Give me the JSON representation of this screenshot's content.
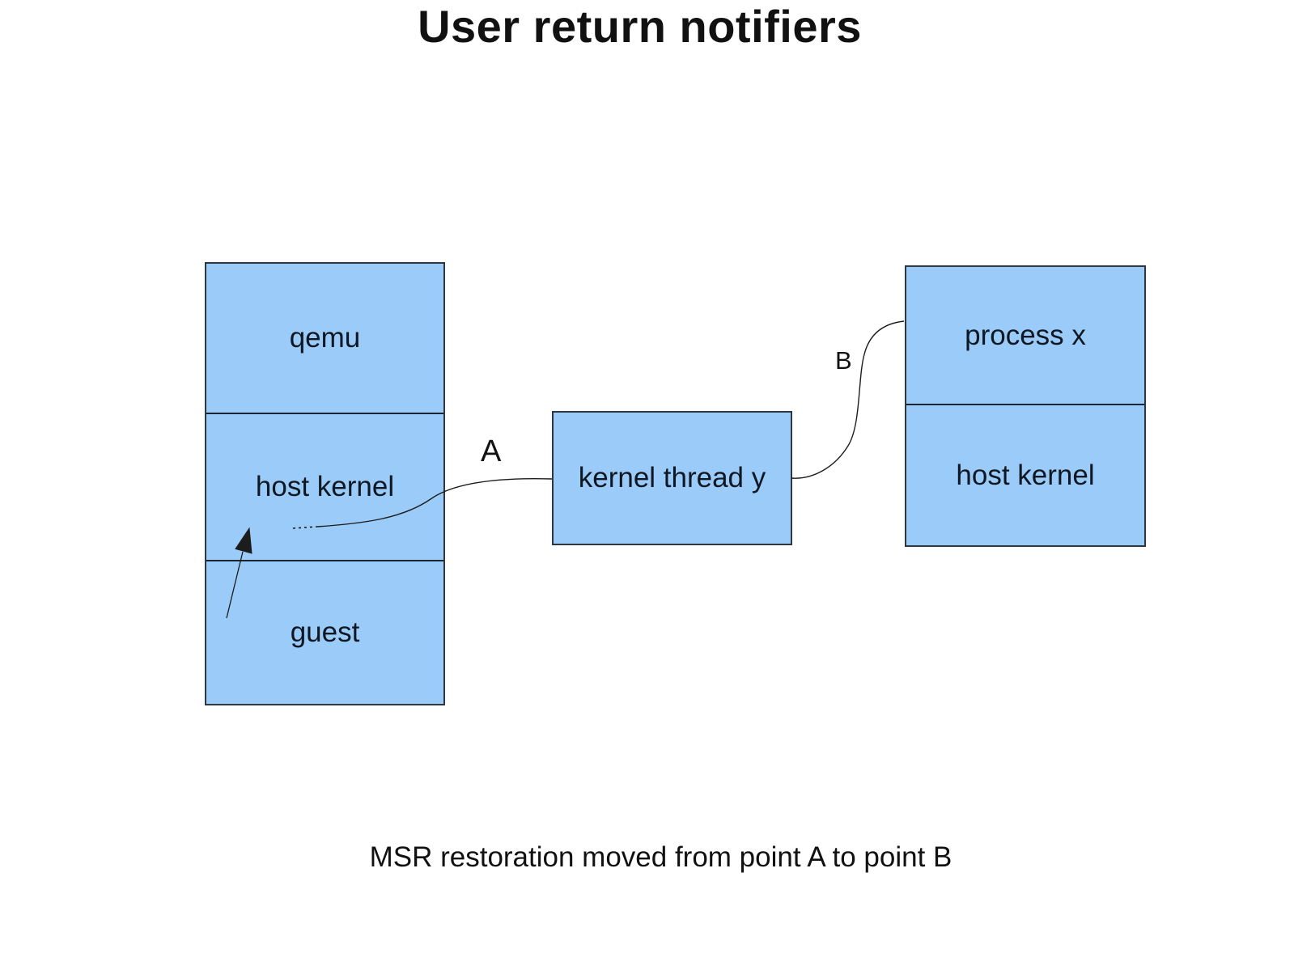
{
  "title": "User return notifiers",
  "caption": "MSR restoration moved from point A to point B",
  "colors": {
    "box_fill": "#9BCBF8",
    "box_border": "#2E3640",
    "divider": "#1B2531",
    "text": "#0F1822",
    "line": "#1C1C1C"
  },
  "left_stack": {
    "sections": [
      {
        "label": "qemu"
      },
      {
        "label": "host kernel"
      },
      {
        "label": "guest"
      }
    ]
  },
  "middle_box": {
    "label": "kernel thread y"
  },
  "right_stack": {
    "sections": [
      {
        "label": "process x"
      },
      {
        "label": "host kernel"
      }
    ]
  },
  "connectors": {
    "a_label": "A",
    "b_label": "B"
  }
}
